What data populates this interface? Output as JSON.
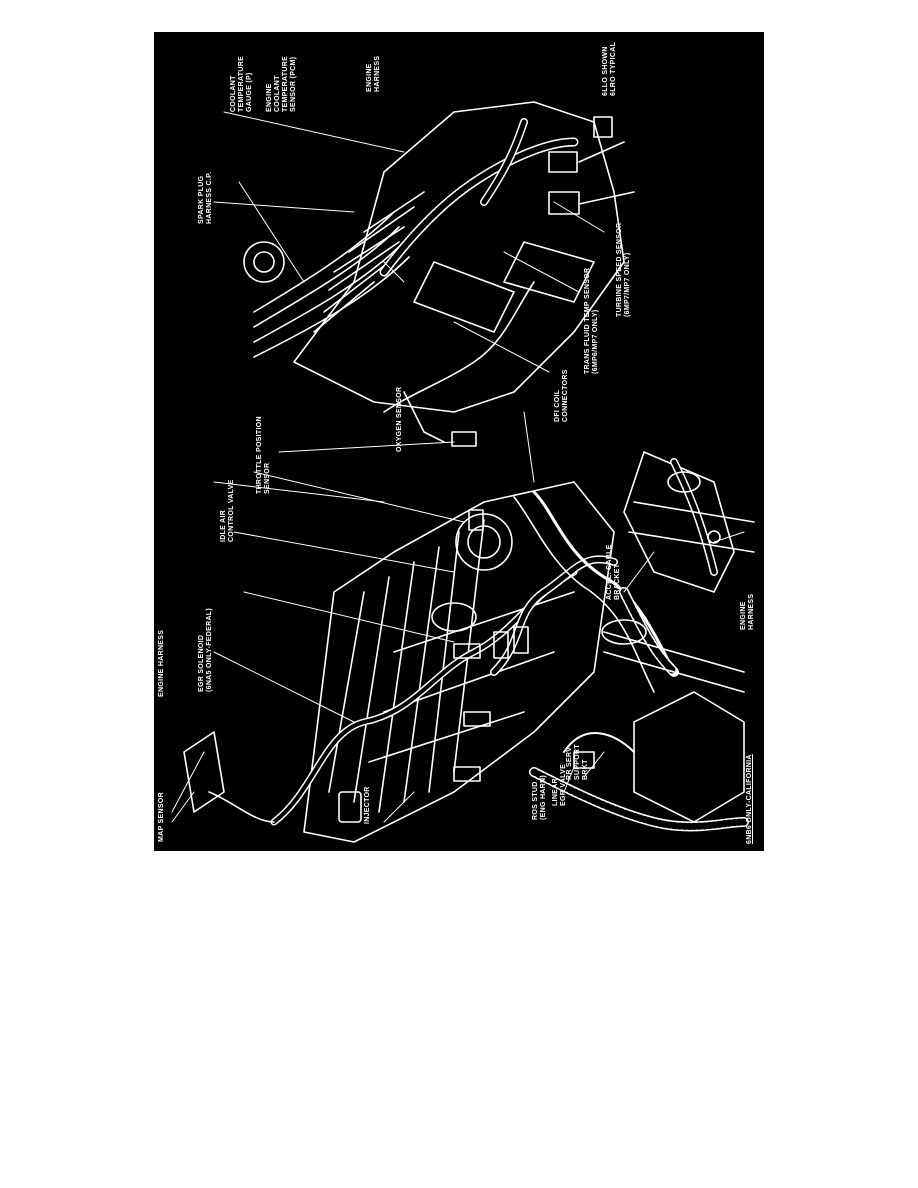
{
  "colors": {
    "background": "#000000",
    "linework": "#ffffff",
    "page": "#ffffff"
  },
  "labels": {
    "map_sensor": "MAP SENSOR",
    "engine_harness_left": "ENGINE HARNESS",
    "egr_solenoid_1": "EGR SOLENOID",
    "egr_solenoid_2": "(6NA5 ONLY-FEDERAL)",
    "idle_air_1": "IDLE AIR",
    "idle_air_2": "CONTROL VALVE",
    "tps_1": "THROTTLE POSITION",
    "tps_2": "SENSOR",
    "injector": "INJECTOR",
    "oxygen_sensor": "OXYGEN SENSOR",
    "dfi_1": "DFI COIL",
    "dfi_2": "CONNECTORS",
    "trans_fluid_1": "TRANS FLUID TEMP SENSOR",
    "trans_fluid_2": "(6MP6/MP7 ONLY)",
    "turbine_1": "TURBINE SPEED SENSOR",
    "turbine_2": "(6MP7/MP7 ONLY)",
    "spark_plug_1": "SPARK PLUG",
    "spark_plug_2": "HARNESS C.P.",
    "coolant_gauge_1": "COOLANT",
    "coolant_gauge_2": "TEMPERATURE",
    "coolant_gauge_3": "GAUGE (P)",
    "engine_coolant_1": "ENGINE",
    "engine_coolant_2": "COOLANT",
    "engine_coolant_3": "TEMPERATURE",
    "engine_coolant_4": "SENSOR (PCM)",
    "engine_harness_top_1": "ENGINE",
    "engine_harness_top_2": "HARNESS",
    "typical_1": "6LLO SHOWN",
    "typical_2": "6LRO TYPICAL",
    "accel_cable_1": "ACCEL. CABLE",
    "accel_cable_2": "BRACKET",
    "engine_harness_inset_1": "ENGINE",
    "engine_harness_inset_2": "HARNESS",
    "ros_stud_1": "ROS STUD",
    "ros_stud_2": "(ENG HARN)",
    "linear_egr_1": "LINEAR",
    "linear_egr_2": "EGR VALVE",
    "rr_serv_1": "RR SERV",
    "rr_serv_2": "SUPPORT",
    "rr_serv_3": "BRKT",
    "california_note": "6NB6 ONLY-CALIFORNIA"
  }
}
